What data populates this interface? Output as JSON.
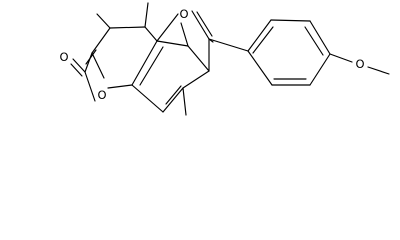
{
  "diagram": {
    "kind": "chemical-structure",
    "atom_labels": {
      "furan_oxygen": "O",
      "pyranone_ring_oxygen": "O",
      "carbonyl_oxygen": "O",
      "methoxy_oxygen": "O"
    },
    "colors": {
      "ink": "#000000",
      "background": "#ffffff"
    }
  }
}
